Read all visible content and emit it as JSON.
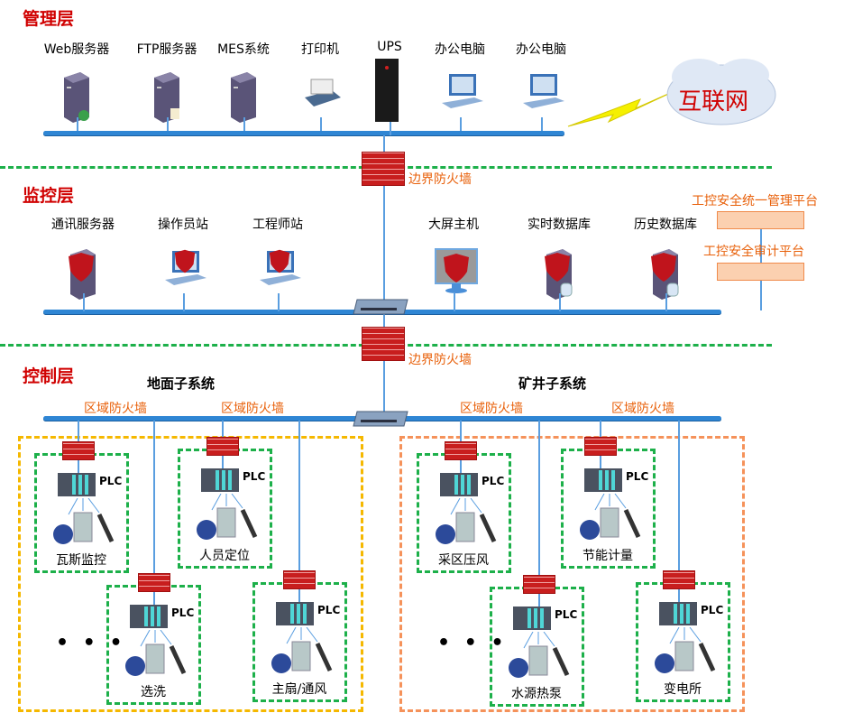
{
  "layers": {
    "management": "管理层",
    "monitoring": "监控层",
    "control": "控制层"
  },
  "management_devices": [
    {
      "label": "Web服务器",
      "icon": "web-server-icon"
    },
    {
      "label": "FTP服务器",
      "icon": "ftp-server-icon"
    },
    {
      "label": "MES系统",
      "icon": "server-icon"
    },
    {
      "label": "打印机",
      "icon": "printer-icon"
    },
    {
      "label": "UPS",
      "icon": "ups-icon"
    },
    {
      "label": "办公电脑",
      "icon": "computer-icon"
    },
    {
      "label": "办公电脑",
      "icon": "computer-icon"
    }
  ],
  "internet": "互联网",
  "border_firewall": "边界防火墙",
  "monitoring_devices": [
    {
      "label": "通讯服务器",
      "icon": "secure-server-icon"
    },
    {
      "label": "操作员站",
      "icon": "secure-workstation-icon"
    },
    {
      "label": "工程师站",
      "icon": "secure-workstation-icon"
    },
    {
      "label": "大屏主机",
      "icon": "secure-monitor-icon"
    },
    {
      "label": "实时数据库",
      "icon": "secure-database-icon"
    },
    {
      "label": "历史数据库",
      "icon": "secure-database-icon"
    }
  ],
  "platforms": [
    "工控安全统一管理平台",
    "工控安全审计平台"
  ],
  "subsystems": {
    "ground": "地面子系统",
    "mine": "矿井子系统"
  },
  "zone_firewall": "区域防火墙",
  "plc_label": "PLC",
  "ellipsis": "• • •",
  "units": [
    "瓦斯监控",
    "人员定位",
    "选洗",
    "主扇/通风",
    "采区压风",
    "节能计量",
    "水源热泵",
    "变电所"
  ],
  "colors": {
    "layer_title": "#d00000",
    "annotation": "#e8600a",
    "bus": "#2f86d4",
    "layer_divider": "#1db04a",
    "ground_box": "#f5b800",
    "mine_box": "#f5925a"
  }
}
